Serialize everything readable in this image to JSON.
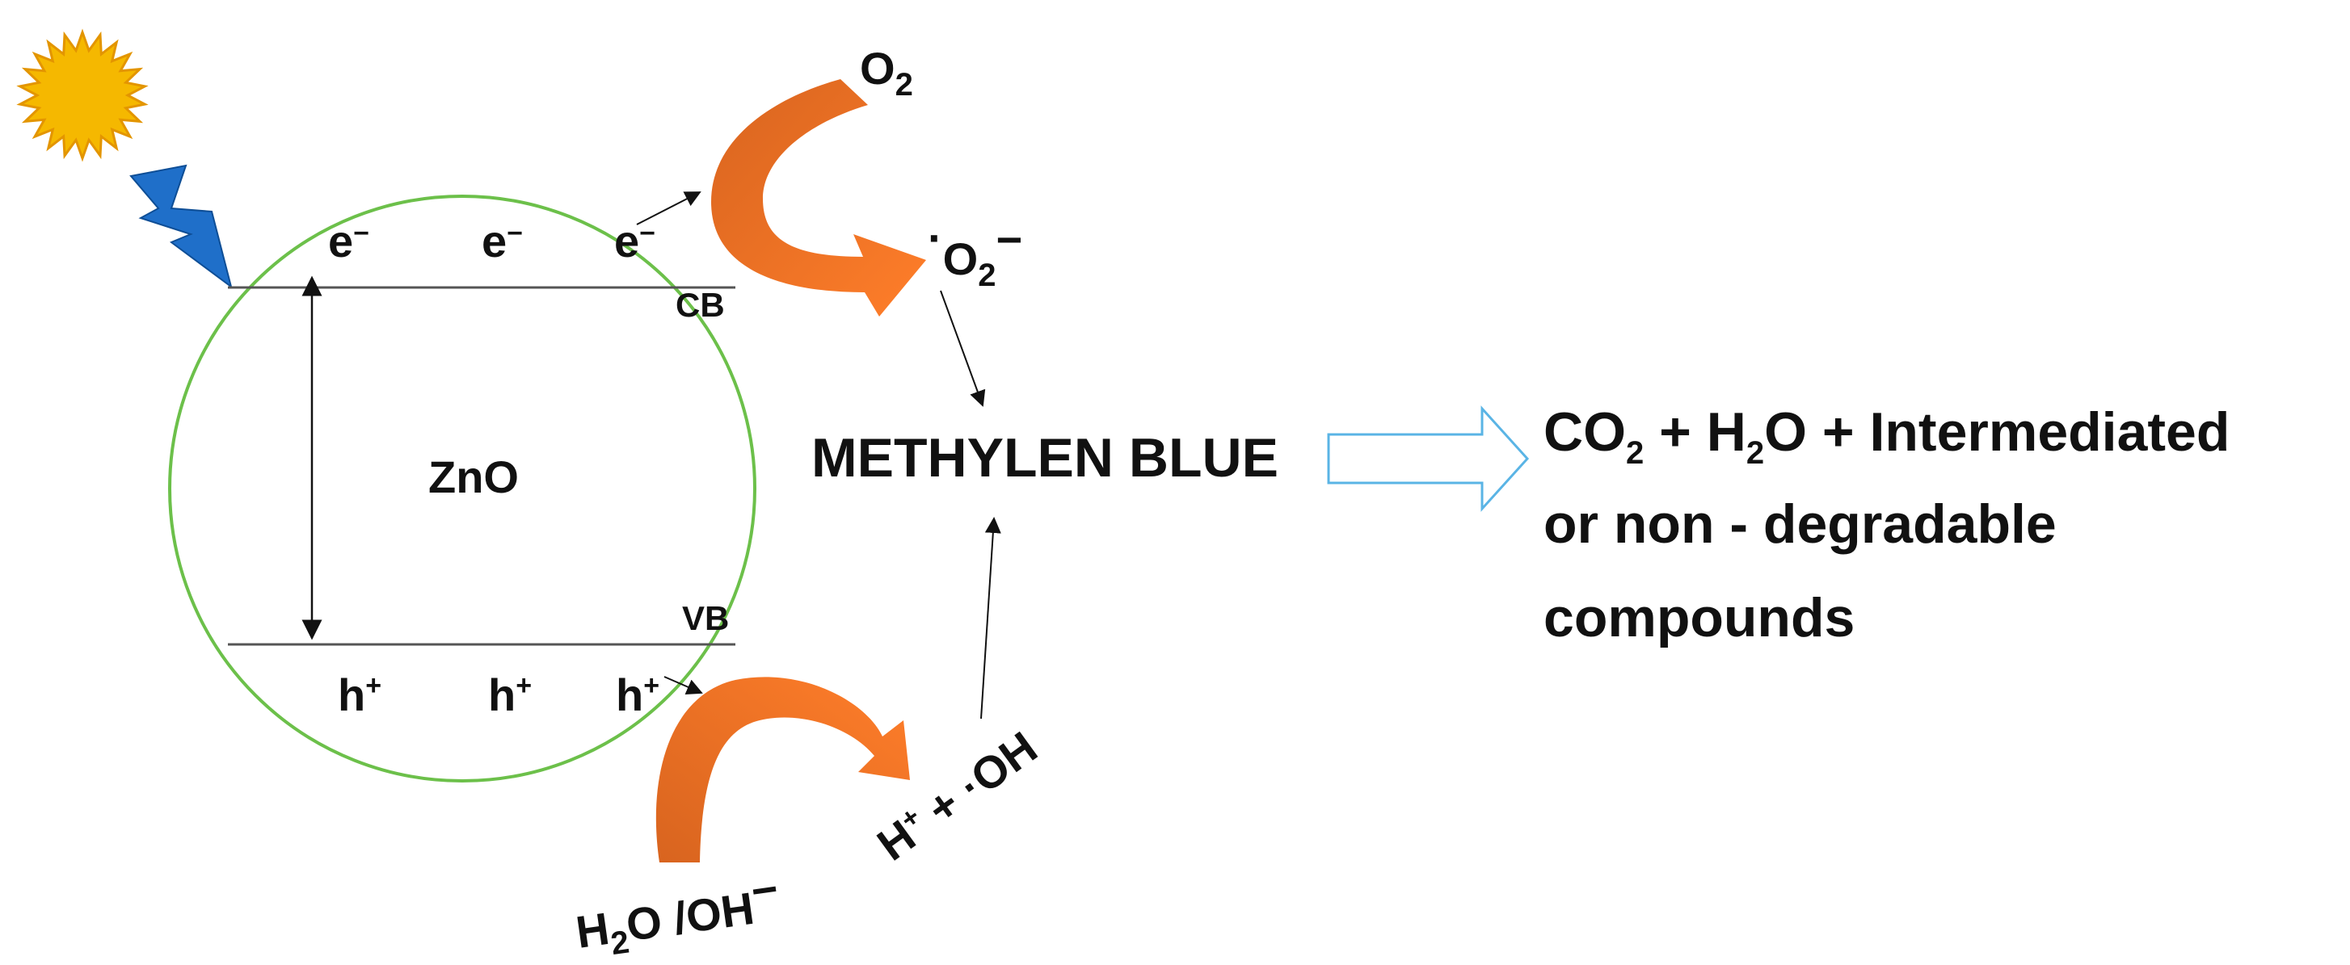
{
  "labels": {
    "particle": "ZnO",
    "conduction_band": "CB",
    "valence_band": "VB",
    "electron": "e",
    "electron_charge": "−",
    "hole": "h",
    "hole_charge": "+",
    "oxygen_base": "O",
    "oxygen_sub": "2",
    "radical_dot": "·",
    "superoxide_base": "O",
    "superoxide_sub": "2",
    "superoxide_charge": "−",
    "target_dye": "METHYLEN BLUE",
    "water_h": "H",
    "water_sub": "2",
    "water_rest": "O /OH",
    "water_charge": "−",
    "products_h": "H",
    "products_plus": "+",
    "products_rest": " + ·OH",
    "result_co": "CO",
    "result_sub1": "2",
    "result_mid": " + H",
    "result_sub2": "2",
    "result_rest": "O + Intermediated",
    "result_line2": "or non - degradable",
    "result_line3": "compounds"
  },
  "colors": {
    "sun": "#F5B800",
    "sun_outline": "#E39500",
    "lightning": "#1F6FC9",
    "particle_outline": "#6CC04A",
    "band_line": "#555555",
    "orange_dark": "#D8641F",
    "orange_light": "#FF7E2A",
    "process_arrow": "#5AB4E5",
    "text": "#111111"
  },
  "icons": [
    "sun-icon",
    "lightning-icon"
  ]
}
